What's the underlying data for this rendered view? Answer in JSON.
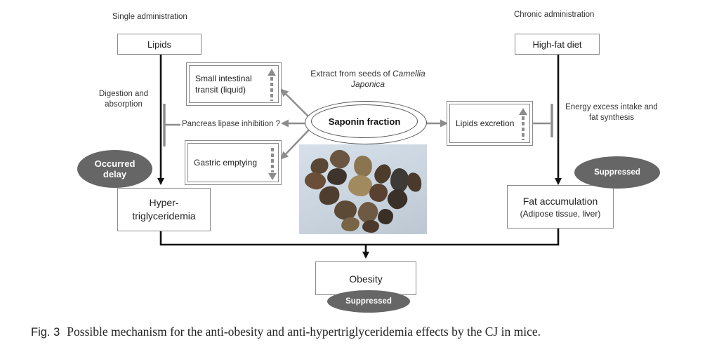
{
  "labels": {
    "single_administration": "Single administration",
    "chronic_administration": "Chronic administration",
    "digestion_absorption": "Digestion and absorption",
    "pancreas_lipase": "Pancreas lipase inhibition ?",
    "energy_excess": "Energy excess intake and fat synthesis",
    "extract_prefix": "Extract from seeds of",
    "extract_species": "Camellia Japonica"
  },
  "boxes": {
    "lipids": "Lipids",
    "high_fat_diet": "High-fat diet",
    "small_intestinal_transit": "Small intestinal transit (liquid)",
    "gastric_emptying": "Gastric emptying",
    "lipids_excretion": "Lipids excretion",
    "saponin_fraction": "Saponin fraction",
    "hypertriglyceridemia_line1": "Hyper-",
    "hypertriglyceridemia_line2": "triglyceridemia",
    "fat_accumulation": "Fat accumulation",
    "fat_accumulation_sub": "(Adipose tissue, liver)",
    "obesity": "Obesity"
  },
  "badges": {
    "occurred_delay_line1": "Occurred",
    "occurred_delay_line2": "delay",
    "suppressed_fat": "Suppressed",
    "suppressed_obesity": "Suppressed"
  },
  "caption": {
    "figure_label": "Fig. 3",
    "text": "Possible mechanism for the anti-obesity and anti-hypertriglyceridemia effects by the CJ in mice."
  },
  "colors": {
    "arrow_black": "#111111",
    "arrow_gray": "#8c8c8c",
    "badge_gray": "#666666",
    "box_border": "#8a8a8a"
  }
}
